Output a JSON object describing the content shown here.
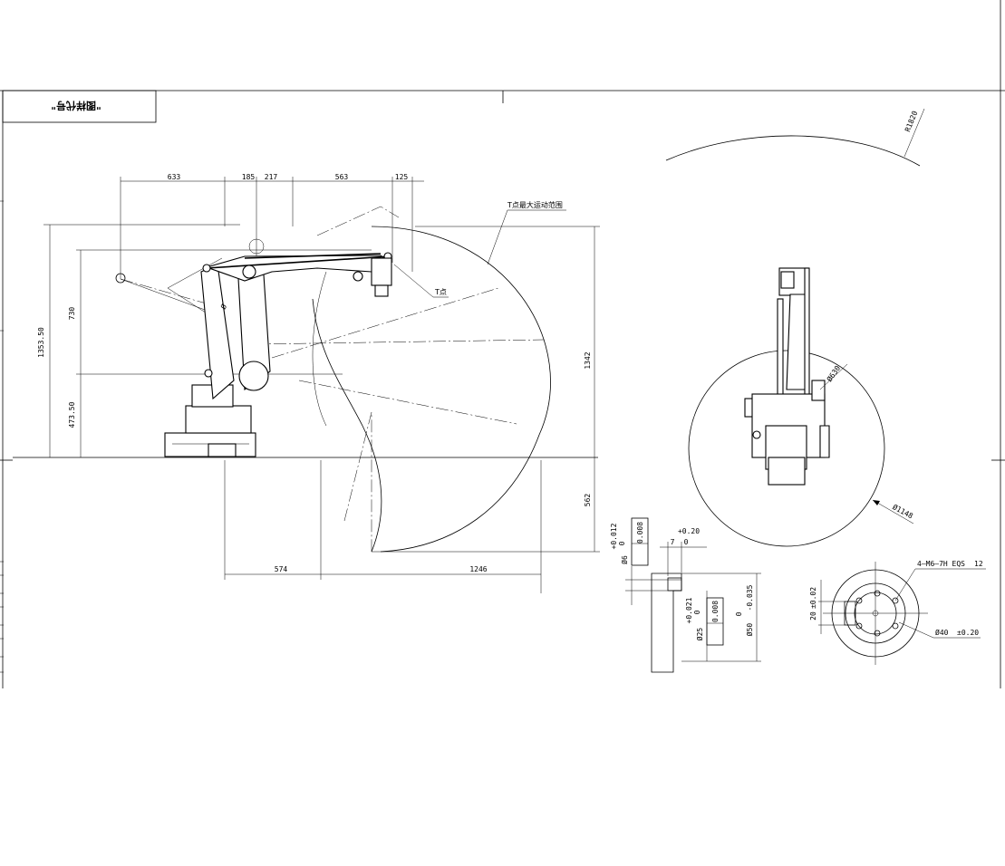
{
  "title_block": {
    "label": "\"图样代号\""
  },
  "side_view": {
    "h_dims": [
      "633",
      "185",
      "217",
      "563",
      "125"
    ],
    "v_dims": [
      "1353.50",
      "730",
      "473.50"
    ],
    "right_dims": [
      "1342",
      "562"
    ],
    "bottom_dims": [
      "574",
      "1246"
    ],
    "angle": "Ø"
  },
  "annotations": {
    "t_range": "T点最大运动范围",
    "t_point": "T点"
  },
  "top_view": {
    "radius": "R1820",
    "inner_dia": "Ø630",
    "outer_dia": "Ø1148"
  },
  "flange_section": {
    "dim_pin": "Ø6",
    "tol_pin": "+0.012",
    "tol_pin0": "0",
    "gdt1_val": "0.008",
    "dim_7": "7",
    "tol_7_upper": "+0.20",
    "tol_7_lower": "0",
    "dim_25": "Ø25",
    "tol_25_upper": "+0.021",
    "tol_25_lower": "0",
    "gdt2_val": "0.008",
    "dim_50": "Ø50",
    "tol_50_lower": "-0.035",
    "tol_50_upper": "0"
  },
  "flange_face": {
    "holes": "4—M6—7H EQS",
    "depth": "12",
    "width": "20",
    "width_tol": "±0.02",
    "pcd": "Ø40",
    "pcd_tol": "±0.20"
  }
}
